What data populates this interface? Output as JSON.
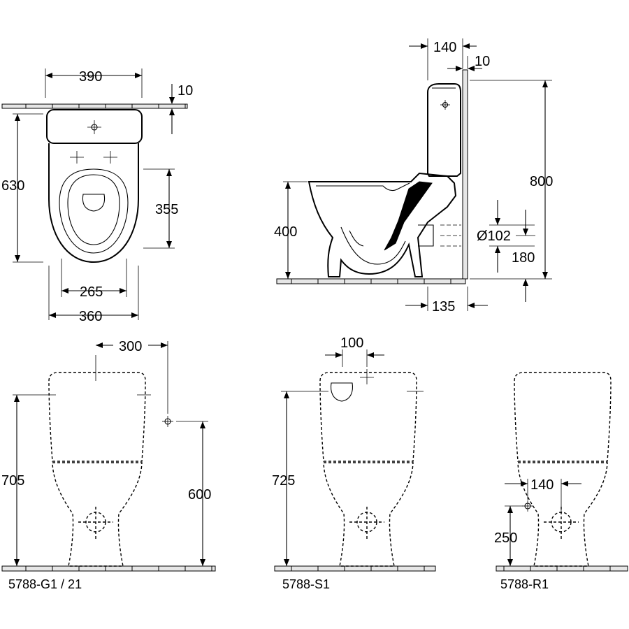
{
  "plan": {
    "width_top": "390",
    "seat_gap": "10",
    "length": "630",
    "bowl_length": "355",
    "seat_width": "265",
    "base_width": "360"
  },
  "side": {
    "cistern_depth": "140",
    "wall_gap": "10",
    "total_height": "800",
    "rim_height": "400",
    "outlet_diameter": "Ø102",
    "outlet_height": "180",
    "outlet_offset": "135"
  },
  "front_g1": {
    "inlet_offset": "300",
    "total_height": "705",
    "inlet_height": "600",
    "model": "5788-G1 / 21"
  },
  "front_s1": {
    "inlet_offset": "100",
    "total_height": "725",
    "model": "5788-S1"
  },
  "front_r1": {
    "inlet_offset": "140",
    "inlet_height": "250",
    "model": "5788-R1"
  }
}
